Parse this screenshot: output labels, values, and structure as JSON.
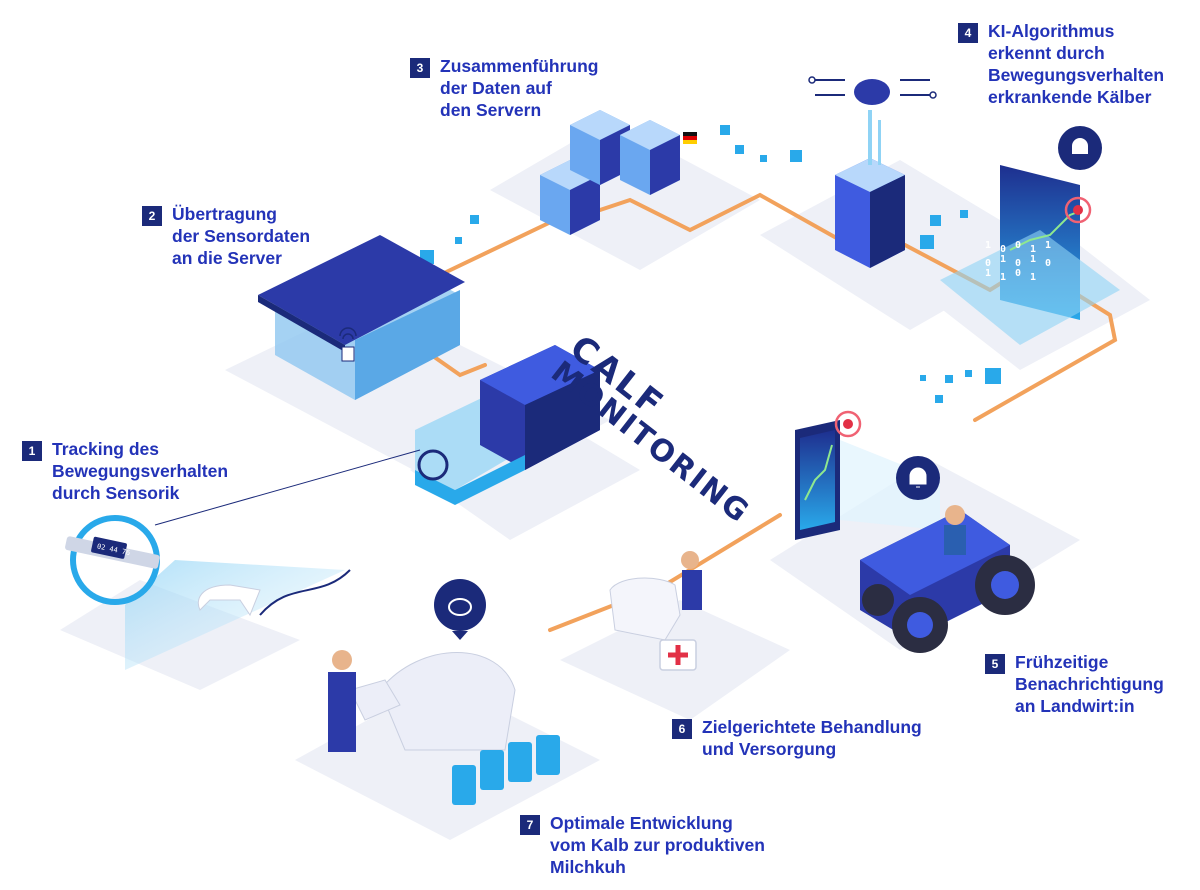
{
  "logo": {
    "line1": "CALF",
    "line2": "MONITORING"
  },
  "colors": {
    "navy": "#1b2a7a",
    "accent_blue": "#2333b8",
    "cyan": "#29a9ea",
    "orange": "#f2a25c",
    "platform": "#eef0f7"
  },
  "steps": [
    {
      "num": "1",
      "lines": [
        "Tracking des",
        "Bewegungsverhalten",
        "durch Sensorik"
      ]
    },
    {
      "num": "2",
      "lines": [
        "Übertragung",
        "der Sensordaten",
        "an die Server"
      ]
    },
    {
      "num": "3",
      "lines": [
        "Zusammenführung",
        "der Daten auf",
        "den Servern"
      ]
    },
    {
      "num": "4",
      "lines": [
        "KI-Algorithmus",
        "erkennt durch",
        "Bewegungsverhalten",
        "erkrankende Kälber"
      ]
    },
    {
      "num": "5",
      "lines": [
        "Frühzeitige",
        "Benachrichtigung",
        "an Landwirt:in"
      ]
    },
    {
      "num": "6",
      "lines": [
        "Zielgerichtete Behandlung",
        "und Versorgung"
      ]
    },
    {
      "num": "7",
      "lines": [
        "Optimale Entwicklung",
        "vom Kalb zur produktiven",
        "Milchkuh"
      ]
    }
  ],
  "sensor_display": "02 44 76",
  "binary_digits": [
    "1",
    "0",
    "0",
    "1",
    "1",
    "0",
    "1",
    "0",
    "1",
    "0",
    "1",
    "1",
    "0",
    "1"
  ],
  "icons": [
    "brain-cloud-icon",
    "alarm-light-icon",
    "bell-icon",
    "piggy-bank-icon",
    "first-aid-kit-icon",
    "target-pin-icon",
    "wifi-icon",
    "german-flag-icon"
  ]
}
